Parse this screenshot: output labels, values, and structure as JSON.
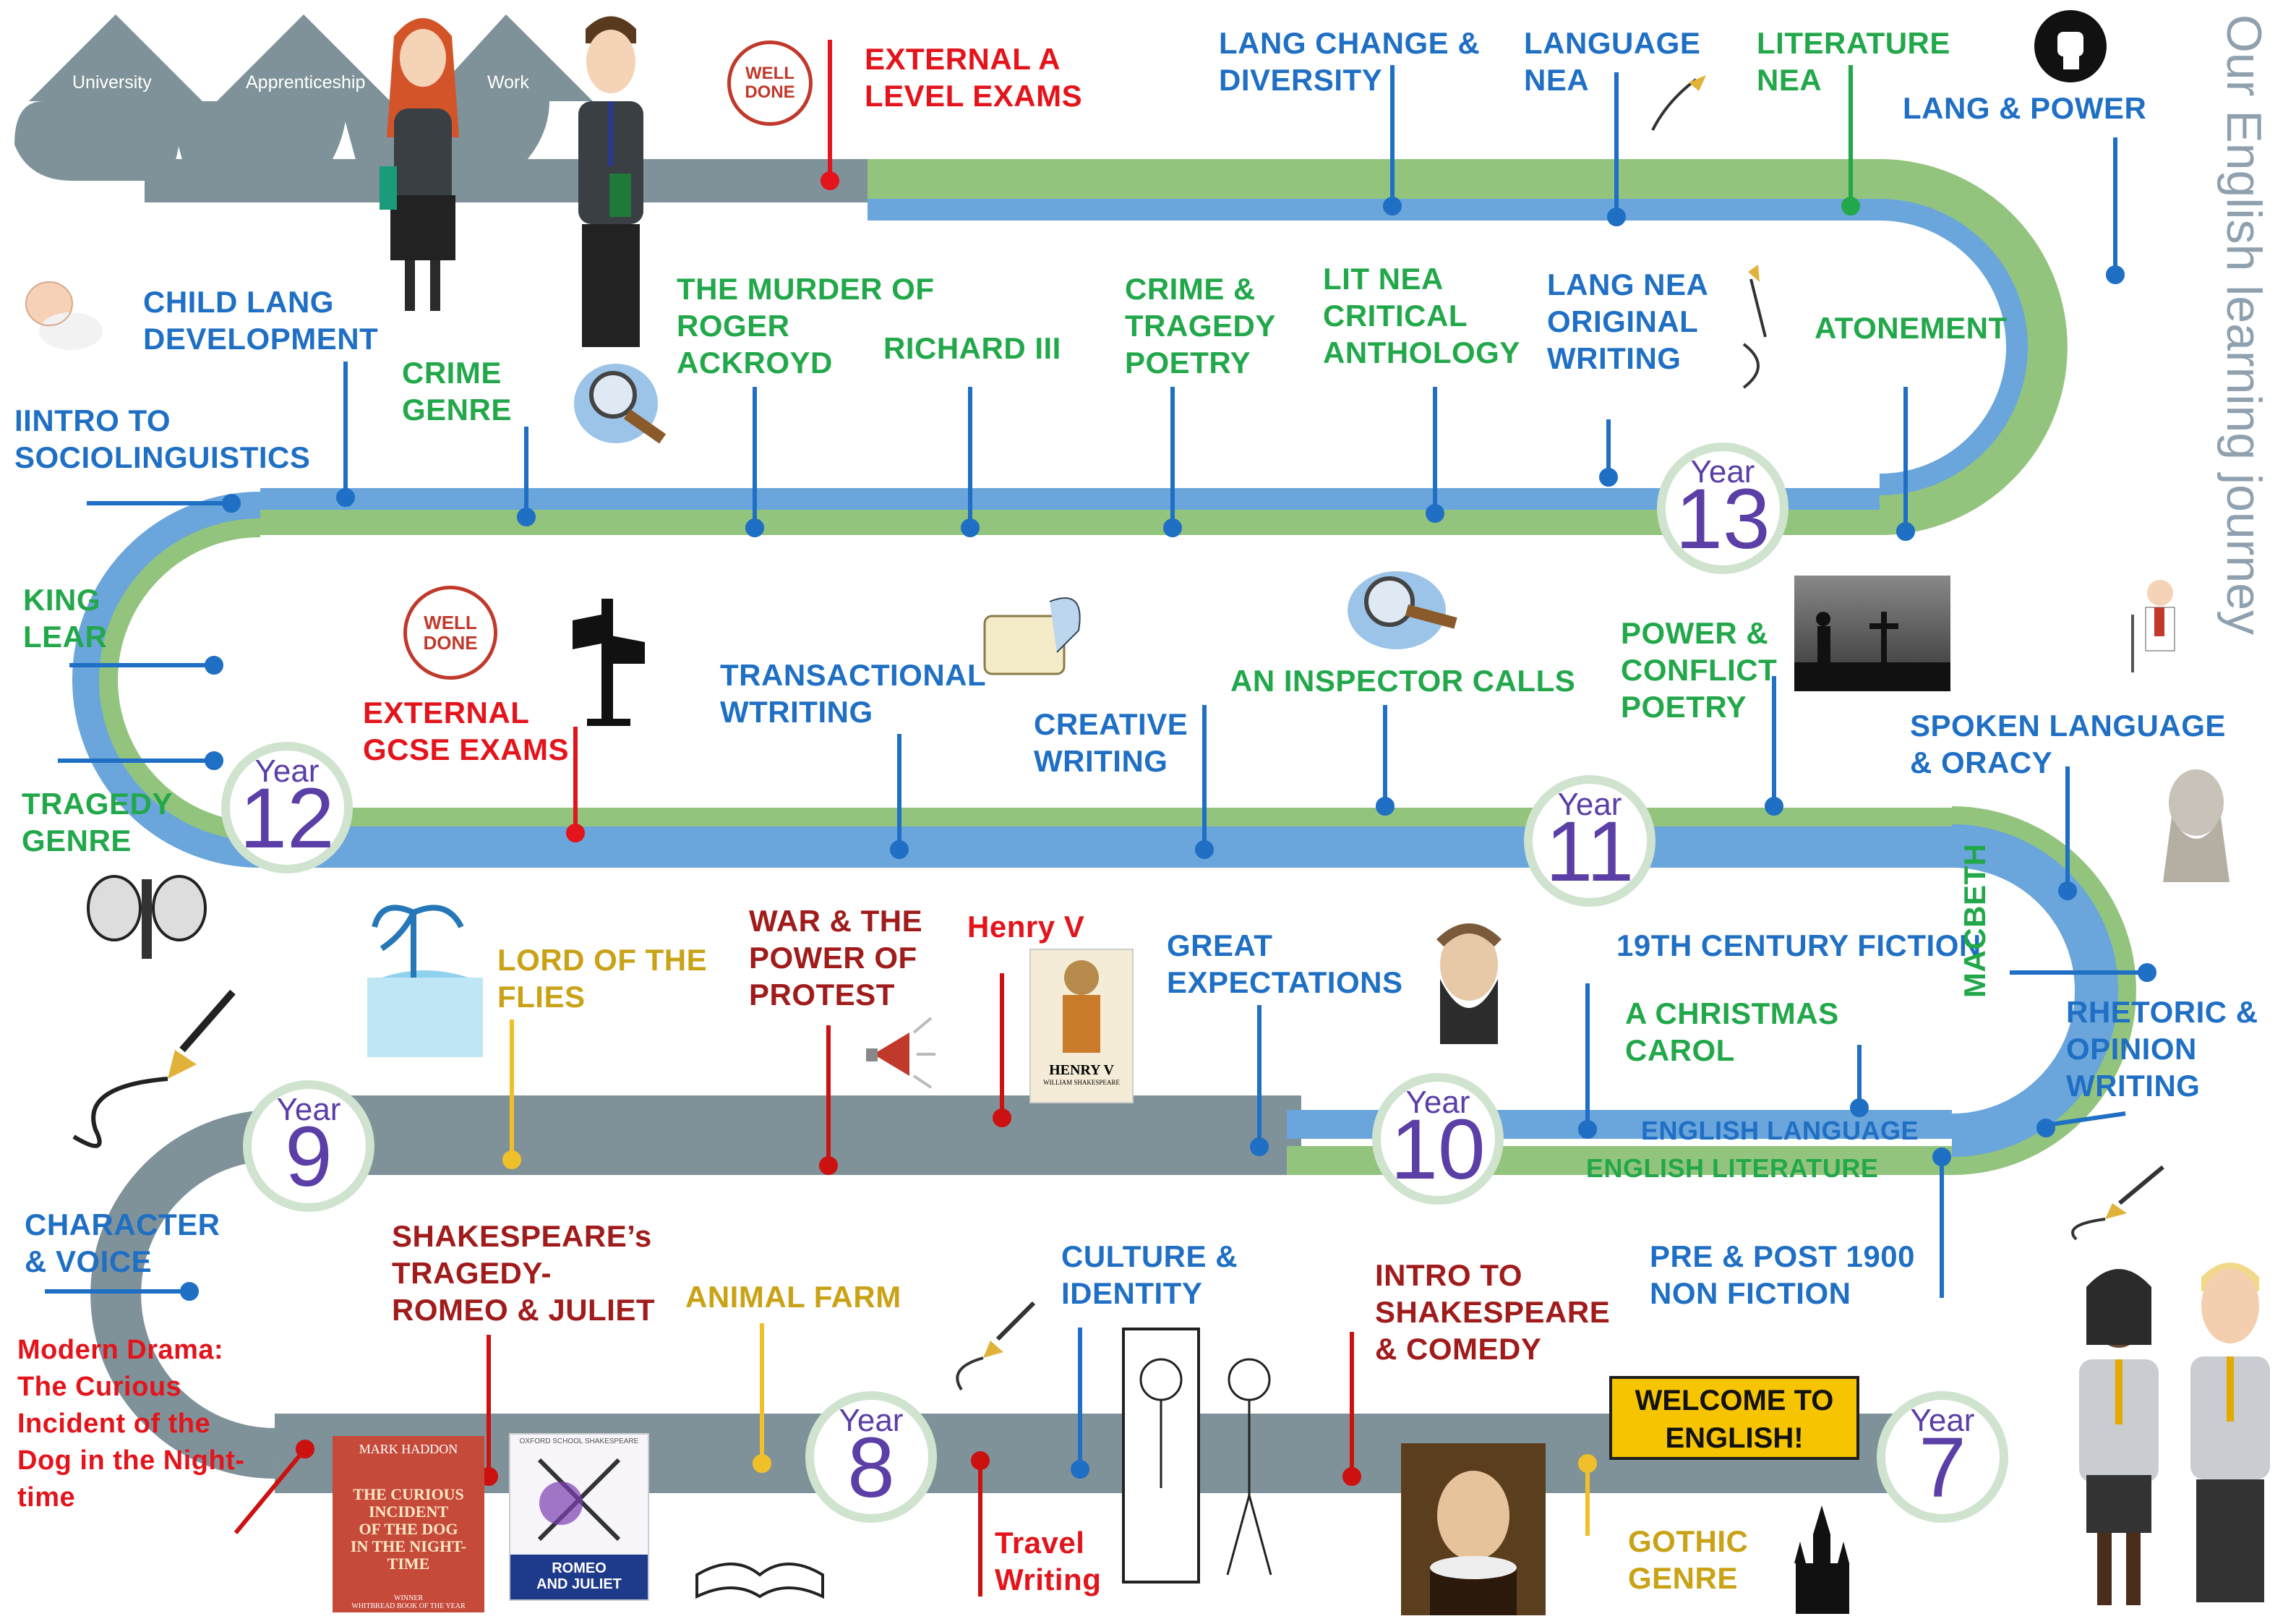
{
  "title": "Our English learning journey",
  "exits": [
    "University",
    "Apprenticeship",
    "Work"
  ],
  "years": [
    {
      "word": "Year",
      "num": "7"
    },
    {
      "word": "Year",
      "num": "8"
    },
    {
      "word": "Year",
      "num": "9"
    },
    {
      "word": "Year",
      "num": "10"
    },
    {
      "word": "Year",
      "num": "11"
    },
    {
      "word": "Year",
      "num": "12"
    },
    {
      "word": "Year",
      "num": "13"
    }
  ],
  "welcome": "WELCOME TO ENGLISH!",
  "track_labels": {
    "language": "ENGLISH LANGUAGE",
    "literature": "ENGLISH LITERATURE"
  },
  "colors": {
    "grey_road": "#7f9299",
    "blue_road": "#6aa5dc",
    "green_road": "#93c47d",
    "year_number": "#5b3ea6",
    "blue_text": "#1f6fc4",
    "green_text": "#22a84a",
    "red_text": "#e3141b",
    "dark_red_text": "#a01b1b",
    "gold_text": "#c9a216",
    "welcome_bg": "#f6c400"
  },
  "year7": {
    "gothic": "GOTHIC\nGENRE",
    "intro_shakespeare": "INTRO TO\nSHAKESPEARE\n& COMEDY",
    "culture": "CULTURE &\nIDENTITY",
    "travel": "Travel\nWriting"
  },
  "year8": {
    "animal_farm": "ANIMAL FARM",
    "romeo": "SHAKESPEARE’s\nTRAGEDY-\nROMEO & JULIET",
    "curious": "Modern Drama:\nThe Curious\nIncident of the\nDog in the Night-\ntime"
  },
  "year9": {
    "character": "CHARACTER\n& VOICE",
    "lotf": "LORD OF THE\nFLIES",
    "war": "WAR & THE\nPOWER OF\nPROTEST",
    "henry": "Henry V",
    "great_exp": "GREAT\nEXPECTATIONS"
  },
  "year10": {
    "nineteenth": "19TH CENTURY FICTION",
    "christmas": "A CHRISTMAS\nCAROL",
    "macbeth": "MACBETH",
    "rhetoric": "RHETORIC &\nOPINION\nWRITING",
    "pre_post": "PRE & POST 1900\nNON FICTION"
  },
  "year11": {
    "spoken": "SPOKEN LANGUAGE\n& ORACY",
    "power_conflict": "POWER &\nCONFLICT\nPOETRY",
    "inspector": "AN INSPECTOR CALLS",
    "creative": "CREATIVE\nWRITING",
    "transactional": "TRANSACTIONAL\nWTRITING",
    "gcse": "EXTERNAL\nGCSE EXAMS"
  },
  "year12": {
    "tragedy": "TRAGEDY\nGENRE",
    "lear": "KING\nLEAR",
    "socio": "IINTRO TO\nSOCIOLINGUISTICS",
    "child": "CHILD LANG\nDEVELOPMENT",
    "crime_genre": "CRIME\nGENRE",
    "ackroyd": "THE MURDER OF\nROGER\nACKROYD",
    "richard": "RICHARD III",
    "crime_poetry": "CRIME &\nTRAGEDY\nPOETRY",
    "lit_nea": "LIT NEA\nCRITICAL\nANTHOLOGY",
    "lang_nea_orig": "LANG NEA\nORIGINAL\nWRITING"
  },
  "year13": {
    "atonement": "ATONEMENT",
    "lang_power": "LANG & POWER",
    "lit_nea": "LITERATURE\nNEA",
    "lang_nea": "LANGUAGE\nNEA",
    "lang_change": "LANG CHANGE &\nDIVERSITY",
    "alevel": "EXTERNAL A\nLEVEL EXAMS"
  },
  "images": {
    "well_done": "WELL\nDONE",
    "henry_book": "HENRY V",
    "henry_author": "WILLIAM SHAKESPEARE",
    "romeo_series": "OXFORD SCHOOL SHAKESPEARE",
    "romeo_book": "ROMEO\nAND JULIET",
    "curious_author": "MARK HADDON",
    "curious_book": "THE CURIOUS\nINCIDENT\nOF THE DOG\nIN THE NIGHT-TIME",
    "curious_award": "WINNER\nWHITBREAD BOOK OF THE YEAR"
  }
}
